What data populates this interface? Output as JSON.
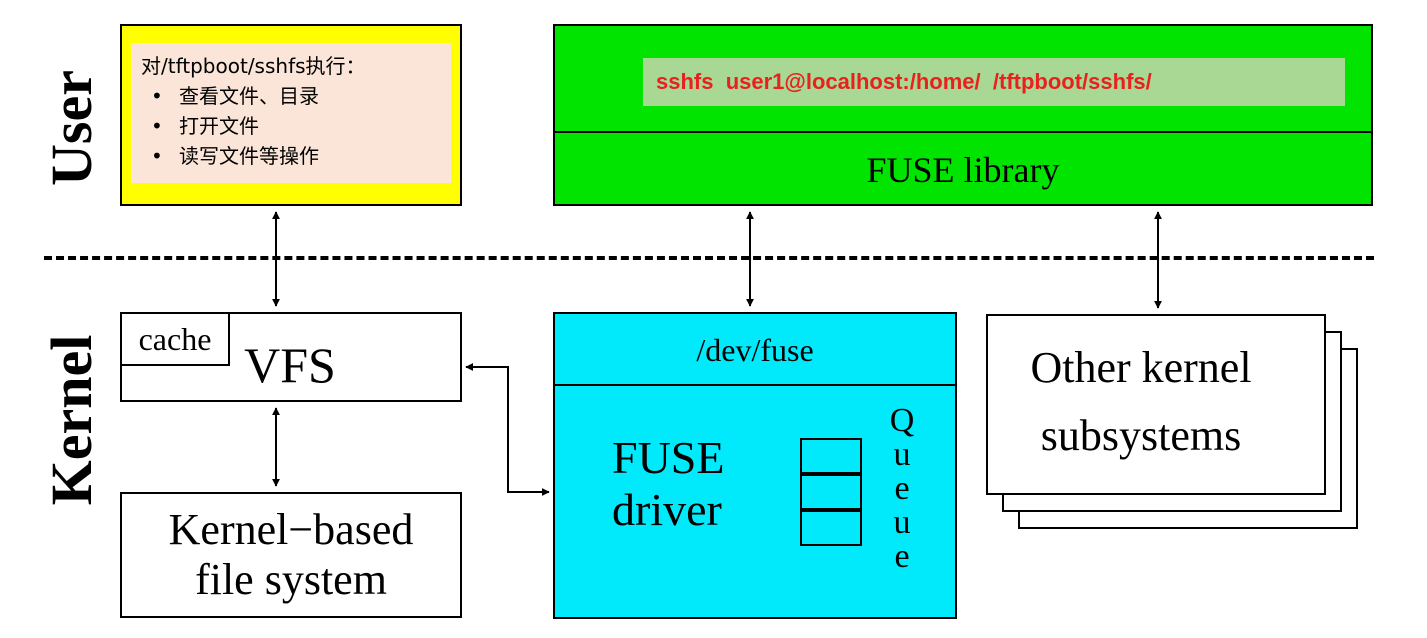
{
  "layers": {
    "user": "User",
    "kernel": "Kernel"
  },
  "app": {
    "intro": "对/tftpboot/sshfs执行：",
    "items": [
      "查看文件、目录",
      "打开文件",
      "读写文件等操作"
    ]
  },
  "sshfs": {
    "command": "sshfs  user1@localhost:/home/  /tftpboot/sshfs/",
    "fuse_library": "FUSE library"
  },
  "vfs": {
    "cache": "cache",
    "label": "VFS"
  },
  "kernel_fs": {
    "line1": "Kernel−based",
    "line2": "file system"
  },
  "fuse_driver": {
    "dev": "/dev/fuse",
    "line1": "FUSE",
    "line2": "driver",
    "queue_label": "Queue"
  },
  "other": {
    "line1": "Other kernel",
    "line2": "subsystems"
  },
  "colors": {
    "app_outer": "#ffff00",
    "app_note": "#fae5d8",
    "sshfs_green": "#00e400",
    "command_bg": "#a9d894",
    "command_text": "#e8201e",
    "fuse_cyan": "#00eafc"
  }
}
